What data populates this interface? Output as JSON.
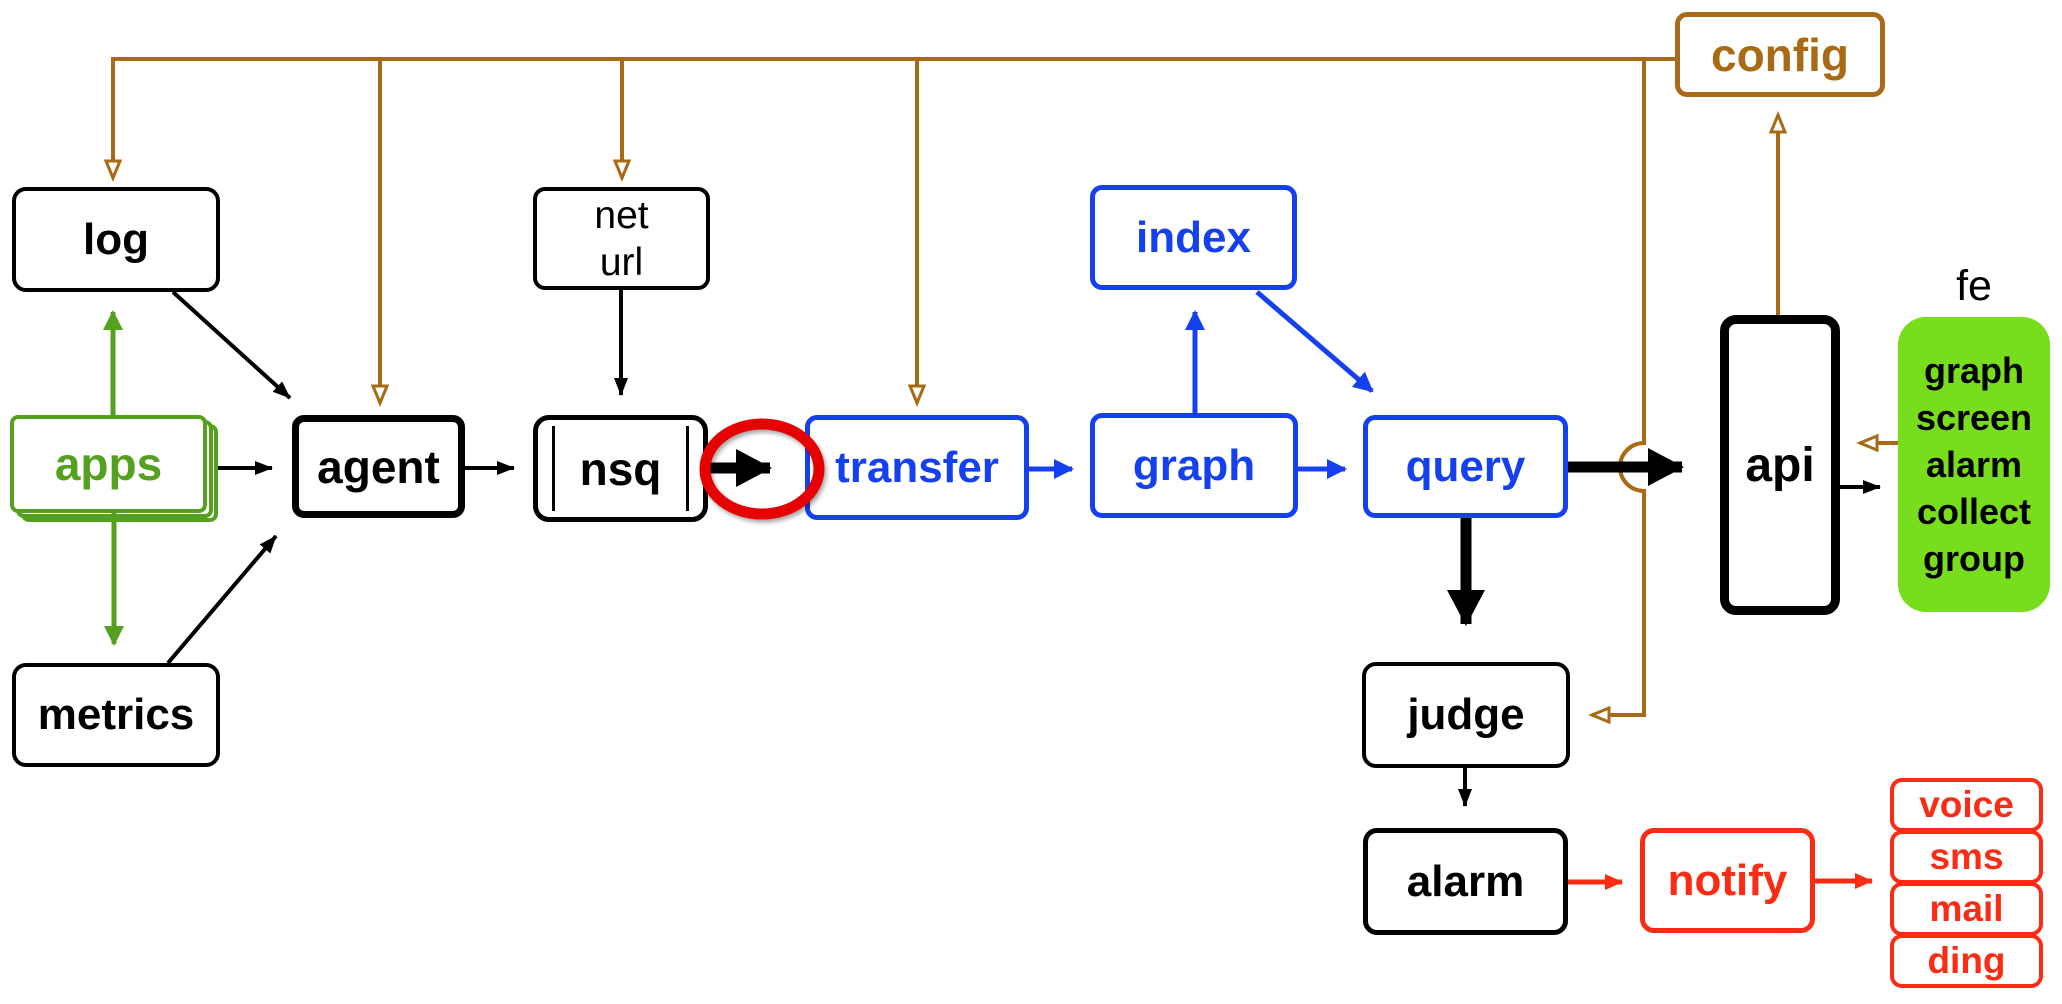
{
  "colors": {
    "brown": "#A86A14",
    "blue": "#1540EE",
    "green": "#55A01E",
    "fe-green": "#77DD1C",
    "red": "#FB2B14",
    "circle-red": "#E60000",
    "ink": "#000000"
  },
  "nodes": {
    "config": "config",
    "log": "log",
    "net_url": {
      "line1": "net",
      "line2": "url"
    },
    "apps": "apps",
    "agent": "agent",
    "nsq": "nsq",
    "transfer": "transfer",
    "graph": "graph",
    "index": "index",
    "query": "query",
    "api": "api",
    "fe": {
      "title": "fe",
      "items": [
        "graph",
        "screen",
        "alarm",
        "collect",
        "group"
      ]
    },
    "metrics": "metrics",
    "judge": "judge",
    "alarm": "alarm",
    "notify": "notify",
    "channels": [
      "voice",
      "sms",
      "mail",
      "ding"
    ]
  }
}
